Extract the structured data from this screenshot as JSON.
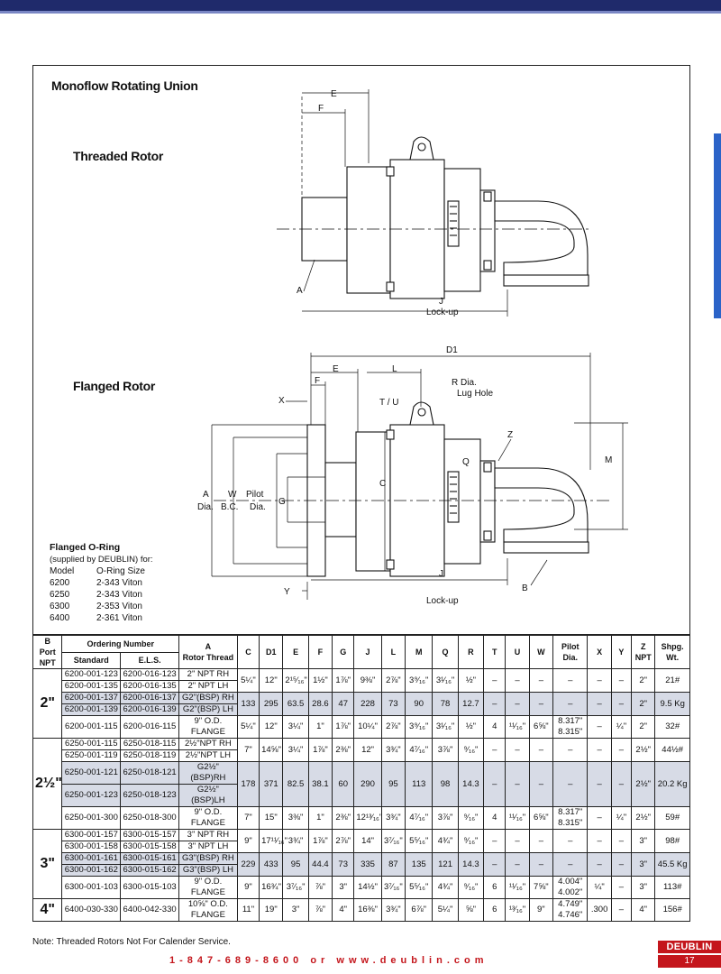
{
  "page": {
    "title": "Monoflow Rotating Union",
    "threaded_title": "Threaded Rotor",
    "flanged_title": "Flanged Rotor",
    "note": "Note: Threaded Rotors Not For Calender Service.",
    "contact": "1-847-689-8600 or www.deublin.com",
    "brand": "DEUBLIN",
    "page_number": "17",
    "colors": {
      "brand_red": "#c4161c",
      "header_navy": "#1f2a6b",
      "tab_blue": "#2b63c8",
      "row_shade": "#d7dbe6"
    }
  },
  "threaded_labels": {
    "E": "E",
    "F": "F",
    "A": "A",
    "J": "J",
    "lockup": "Lock-up"
  },
  "flanged_labels": {
    "D1": "D1",
    "E": "E",
    "L": "L",
    "F": "F",
    "X": "X",
    "R": "R Dia.",
    "lug": "Lug Hole",
    "TU": "T / U",
    "Z": "Z",
    "M": "M",
    "Q": "Q",
    "C": "C",
    "A": "A",
    "Dia": "Dia.",
    "W": "W",
    "BC": "B.C.",
    "Pilot": "Pilot",
    "PilotDia": "Dia.",
    "G": "G",
    "Y": "Y",
    "B": "B",
    "J": "J",
    "lockup": "Lock-up"
  },
  "oring": {
    "title": "Flanged O-Ring",
    "subtitle": "(supplied by DEUBLIN) for:",
    "head_model": "Model",
    "head_size": "O-Ring Size",
    "rows": [
      {
        "model": "6200",
        "size": "2-343 Viton"
      },
      {
        "model": "6250",
        "size": "2-343 Viton"
      },
      {
        "model": "6300",
        "size": "2-353 Viton"
      },
      {
        "model": "6400",
        "size": "2-361 Viton"
      }
    ]
  },
  "table": {
    "h": {
      "b": "B",
      "port": "Port",
      "npt": "NPT",
      "ordering": "Ordering Number",
      "standard": "Standard",
      "els": "E.L.S.",
      "a": "A",
      "rotor": "Rotor Thread",
      "c": "C",
      "d1": "D1",
      "e": "E",
      "f": "F",
      "g": "G",
      "j": "J",
      "l": "L",
      "m": "M",
      "q": "Q",
      "r": "R",
      "t": "T",
      "u": "U",
      "w": "W",
      "pilot": "Pilot",
      "pilotdia": "Dia.",
      "x": "X",
      "y": "Y",
      "z": "Z",
      "znpt": "NPT",
      "shpg": "Shpg.",
      "wt": "Wt."
    },
    "g2": {
      "port": "2\"",
      "r1": {
        "s": "6200-001-123",
        "e": "6200-016-123",
        "a": "2\" NPT   RH"
      },
      "r2": {
        "s": "6200-001-135",
        "e": "6200-016-135",
        "a": "2\" NPT   LH"
      },
      "r3": {
        "s": "6200-001-137",
        "e": "6200-016-137",
        "a": "G2\"(BSP) RH"
      },
      "r4": {
        "s": "6200-001-139",
        "e": "6200-016-139",
        "a": "G2\"(BSP) LH"
      },
      "r5": {
        "s": "6200-001-115",
        "e": "6200-016-115",
        "a": "9\" O.D. FLANGE"
      },
      "v1": {
        "c": "5¼\"",
        "d1": "12\"",
        "e": "2¹⁵⁄₁₆\"",
        "f": "1½\"",
        "g": "1⅞\"",
        "j": "9⅜\"",
        "l": "2⅞\"",
        "m": "3⁹⁄₁₆\"",
        "q": "3¹⁄₁₆\"",
        "r": "½\"",
        "t": "–",
        "u": "–",
        "w": "–",
        "p": "–",
        "x": "–",
        "y": "–",
        "z": "2\"",
        "wt": "21#"
      },
      "v2": {
        "c": "133",
        "d1": "295",
        "e": "63.5",
        "f": "28.6",
        "g": "47",
        "j": "228",
        "l": "73",
        "m": "90",
        "q": "78",
        "r": "12.7",
        "t": "–",
        "u": "–",
        "w": "–",
        "p": "–",
        "x": "–",
        "y": "–",
        "z": "2\"",
        "wt": "9.5 Kg"
      },
      "v3": {
        "c": "5¼\"",
        "d1": "12\"",
        "e": "3¼\"",
        "f": "1\"",
        "g": "1⅞\"",
        "j": "10¼\"",
        "l": "2⅞\"",
        "m": "3⁹⁄₁₆\"",
        "q": "3¹⁄₁₆\"",
        "r": "½\"",
        "t": "4",
        "u": "¹¹⁄₁₆\"",
        "w": "6⅝\"",
        "p": "8.317\" 8.315\"",
        "x": "–",
        "y": "¼\"",
        "z": "2\"",
        "wt": "32#"
      }
    },
    "g25": {
      "port": "2½\"",
      "r1": {
        "s": "6250-001-115",
        "e": "6250-018-115",
        "a": "2½\"NPT  RH"
      },
      "r2": {
        "s": "6250-001-119",
        "e": "6250-018-119",
        "a": "2½\"NPT  LH"
      },
      "r3": {
        "s": "6250-001-121",
        "e": "6250-018-121",
        "a": "G2½\"(BSP)RH"
      },
      "r4": {
        "s": "6250-001-123",
        "e": "6250-018-123",
        "a": "G2½\"(BSP)LH"
      },
      "r5": {
        "s": "6250-001-300",
        "e": "6250-018-300",
        "a": "9\" O.D. FLANGE"
      },
      "v1": {
        "c": "7\"",
        "d1": "14⅝\"",
        "e": "3¼\"",
        "f": "1⅞\"",
        "g": "2⅜\"",
        "j": "12\"",
        "l": "3¾\"",
        "m": "4⁷⁄₁₆\"",
        "q": "3⅞\"",
        "r": "⁹⁄₁₆\"",
        "t": "–",
        "u": "–",
        "w": "–",
        "p": "–",
        "x": "–",
        "y": "–",
        "z": "2½\"",
        "wt": "44½#"
      },
      "v2": {
        "c": "178",
        "d1": "371",
        "e": "82.5",
        "f": "38.1",
        "g": "60",
        "j": "290",
        "l": "95",
        "m": "113",
        "q": "98",
        "r": "14.3",
        "t": "–",
        "u": "–",
        "w": "–",
        "p": "–",
        "x": "–",
        "y": "–",
        "z": "2½\"",
        "wt": "20.2 Kg"
      },
      "v3": {
        "c": "7\"",
        "d1": "15\"",
        "e": "3⅜\"",
        "f": "1\"",
        "g": "2⅜\"",
        "j": "12¹³⁄₁₆\"",
        "l": "3¾\"",
        "m": "4⁷⁄₁₆\"",
        "q": "3⅞\"",
        "r": "⁹⁄₁₆\"",
        "t": "4",
        "u": "¹¹⁄₁₆\"",
        "w": "6⅝\"",
        "p": "8.317\" 8.315\"",
        "x": "–",
        "y": "¼\"",
        "z": "2½\"",
        "wt": "59#"
      }
    },
    "g3": {
      "port": "3\"",
      "r1": {
        "s": "6300-001-157",
        "e": "6300-015-157",
        "a": "3\" NPT   RH"
      },
      "r2": {
        "s": "6300-001-158",
        "e": "6300-015-158",
        "a": "3\" NPT   LH"
      },
      "r3": {
        "s": "6300-001-161",
        "e": "6300-015-161",
        "a": "G3\"(BSP) RH"
      },
      "r4": {
        "s": "6300-001-162",
        "e": "6300-015-162",
        "a": "G3\"(BSP) LH"
      },
      "r5": {
        "s": "6300-001-103",
        "e": "6300-015-103",
        "a": "9\" O.D. FLANGE"
      },
      "v1": {
        "c": "9\"",
        "d1": "17¹¹⁄₁₆\"",
        "e": "3¾\"",
        "f": "1⅞\"",
        "g": "2⅞\"",
        "j": "14\"",
        "l": "3⁷⁄₁₆\"",
        "m": "5⁵⁄₁₆\"",
        "q": "4¾\"",
        "r": "⁹⁄₁₆\"",
        "t": "–",
        "u": "–",
        "w": "–",
        "p": "–",
        "x": "–",
        "y": "–",
        "z": "3\"",
        "wt": "98#"
      },
      "v2": {
        "c": "229",
        "d1": "433",
        "e": "95",
        "f": "44.4",
        "g": "73",
        "j": "335",
        "l": "87",
        "m": "135",
        "q": "121",
        "r": "14.3",
        "t": "–",
        "u": "–",
        "w": "–",
        "p": "–",
        "x": "–",
        "y": "–",
        "z": "3\"",
        "wt": "45.5 Kg"
      },
      "v3": {
        "c": "9\"",
        "d1": "16¾\"",
        "e": "3⁷⁄₁₆\"",
        "f": "⅞\"",
        "g": "3\"",
        "j": "14½\"",
        "l": "3⁷⁄₁₆\"",
        "m": "5⁵⁄₁₆\"",
        "q": "4¾\"",
        "r": "⁹⁄₁₆\"",
        "t": "6",
        "u": "¹¹⁄₁₆\"",
        "w": "7⅝\"",
        "p": "4.004\" 4.002\"",
        "x": "¼\"",
        "y": "–",
        "z": "3\"",
        "wt": "113#"
      }
    },
    "g4": {
      "port": "4\"",
      "r1": {
        "s": "6400-030-330",
        "e": "6400-042-330",
        "a": "10⅝\" O.D. FLANGE"
      },
      "v1": {
        "c": "11\"",
        "d1": "19\"",
        "e": "3\"",
        "f": "⅞\"",
        "g": "4\"",
        "j": "16⅜\"",
        "l": "3¾\"",
        "m": "6⅞\"",
        "q": "5¼\"",
        "r": "⅝\"",
        "t": "6",
        "u": "¹³⁄₁₆\"",
        "w": "9\"",
        "p": "4.749\" 4.746\"",
        "x": ".300",
        "y": "–",
        "z": "4\"",
        "wt": "156#"
      }
    }
  }
}
